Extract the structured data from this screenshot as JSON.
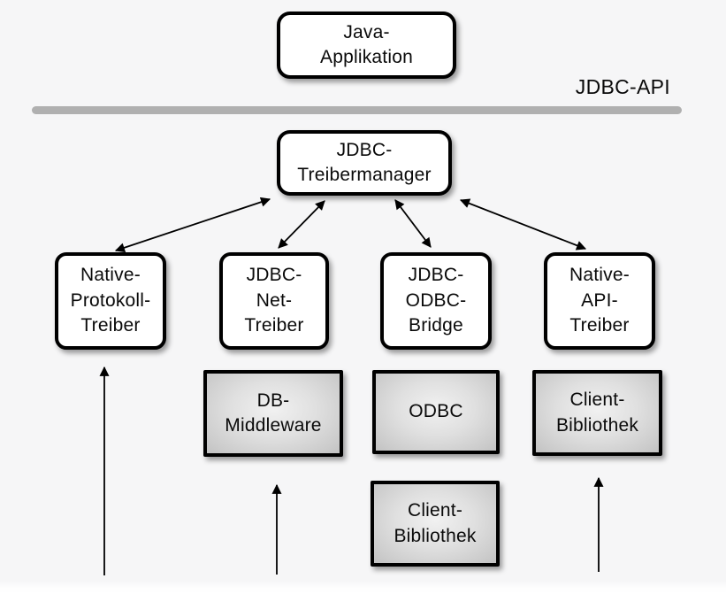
{
  "diagram": {
    "api_label": "JDBC-API",
    "nodes": {
      "java_application": {
        "label": "Java-\nApplikation"
      },
      "jdbc_treibermanager": {
        "label": "JDBC-\nTreibermanager"
      },
      "native_protokoll_treiber": {
        "label": "Native-\nProtokoll-\nTreiber"
      },
      "jdbc_net_treiber": {
        "label": "JDBC-\nNet-\nTreiber"
      },
      "jdbc_odbc_bridge": {
        "label": "JDBC-\nODBC-\nBridge"
      },
      "native_api_treiber": {
        "label": "Native-\nAPI-\nTreiber"
      },
      "db_middleware": {
        "label": "DB-\nMiddleware"
      },
      "odbc": {
        "label": "ODBC"
      },
      "client_bibliothek_mitte": {
        "label": "Client-\nBibliothek"
      },
      "client_bibliothek_rechts": {
        "label": "Client-\nBibliothek"
      }
    },
    "edges": [
      {
        "from": "jdbc_treibermanager",
        "to": "native_protokoll_treiber",
        "bidirectional": true
      },
      {
        "from": "jdbc_treibermanager",
        "to": "jdbc_net_treiber",
        "bidirectional": true
      },
      {
        "from": "jdbc_treibermanager",
        "to": "jdbc_odbc_bridge",
        "bidirectional": true
      },
      {
        "from": "jdbc_treibermanager",
        "to": "native_api_treiber",
        "bidirectional": true
      },
      {
        "from": "below",
        "to": "native_protokoll_treiber",
        "bidirectional": false
      },
      {
        "from": "below",
        "to": "db_middleware",
        "bidirectional": false
      },
      {
        "from": "below",
        "to": "client_bibliothek_rechts",
        "bidirectional": false
      }
    ],
    "colors": {
      "background": "#f6f6f7",
      "box_border": "#000000",
      "white_box_fill": "#ffffff",
      "gray_box_fill_center": "#f1f1f1",
      "gray_box_fill_edge": "#c2c2c2",
      "divider": "#b0b0b0",
      "arrow": "#000000"
    }
  }
}
